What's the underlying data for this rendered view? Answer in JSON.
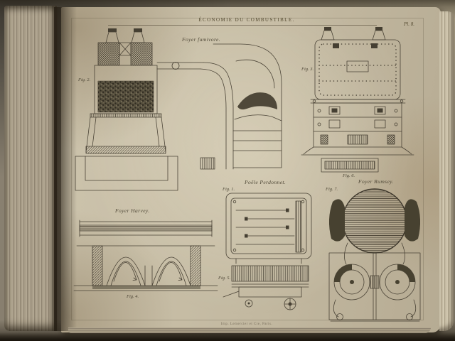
{
  "colors": {
    "ink": "#4a4336",
    "paper": "#c6bca5"
  },
  "plate": {
    "header": "ÉCONOMIE DU COMBUSTIBLE.",
    "number": "Pl. 8.",
    "imprint": "Imp. Lemercier et Cie, Paris.",
    "captions": {
      "fumivore": "Foyer fumivore.",
      "perdonnet": "Poêle Perdonnet.",
      "harvey": "Foyer Harvey.",
      "rumsey": "Foyer Rumsey."
    },
    "figure_labels": {
      "fig1": "Fig. 1.",
      "fig2": "Fig. 2.",
      "fig3": "Fig. 3.",
      "fig4": "Fig. 4.",
      "fig5": "Fig. 5.",
      "fig6": "Fig. 6.",
      "fig7": "Fig. 7."
    }
  }
}
